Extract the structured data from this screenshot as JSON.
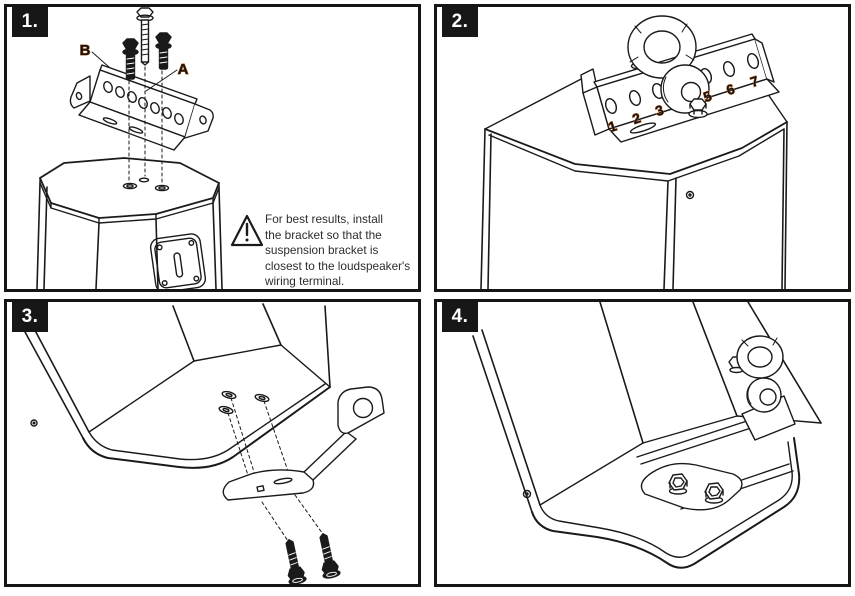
{
  "colors": {
    "ink": "#1a1a1a",
    "accent_label_outline": "#c05f17",
    "badge_bg": "#171717",
    "badge_text": "#ffffff",
    "note_text": "#2d2d2d"
  },
  "panels": {
    "p1": {
      "badge": "1.",
      "part_labels": {
        "b": "B",
        "a": "A"
      },
      "warning_note": {
        "icon": "warning-triangle-icon",
        "lines": [
          "For best results, install",
          "the bracket so that the",
          "suspension bracket is",
          "closest to the loudspeaker's",
          "wiring terminal."
        ]
      }
    },
    "p2": {
      "badge": "2.",
      "bracket_hole_numbers": [
        "1",
        "2",
        "3",
        "5",
        "6",
        "7"
      ]
    },
    "p3": {
      "badge": "3."
    },
    "p4": {
      "badge": "4."
    }
  }
}
